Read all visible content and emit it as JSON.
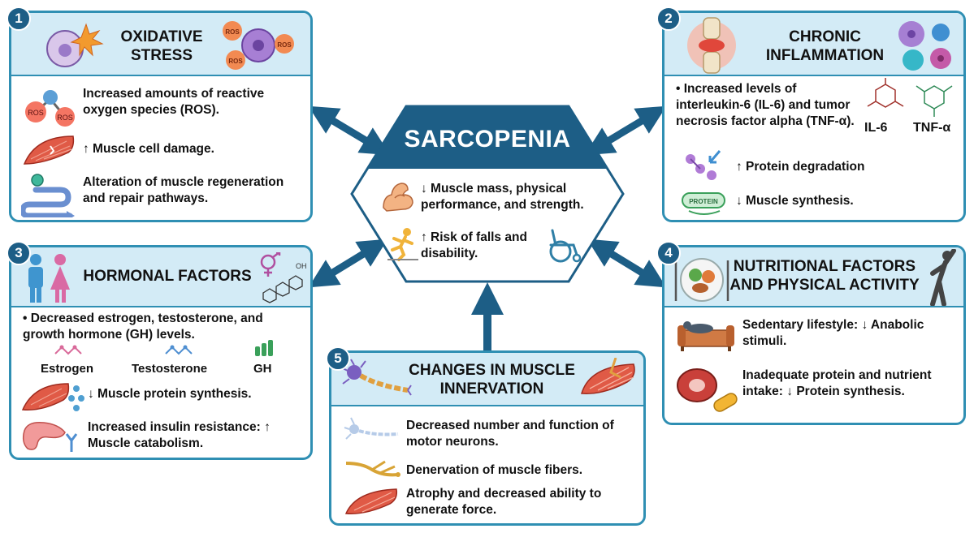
{
  "center": {
    "title": "SARCOPENIA",
    "items": [
      "↓ Muscle mass, physical performance, and strength.",
      "↑ Risk of falls and disability."
    ]
  },
  "panels": {
    "p1": {
      "number": "1",
      "title": "OXIDATIVE STRESS",
      "icon_label": "ROS",
      "items": [
        "Increased amounts of reactive oxygen species (ROS).",
        "↑ Muscle cell damage.",
        "Alteration of muscle regeneration and repair pathways."
      ]
    },
    "p2": {
      "number": "2",
      "title": "CHRONIC INFLAMMATION",
      "items": [
        "• Increased levels of interleukin-6 (IL-6) and tumor necrosis factor alpha (TNF-α).",
        "↑ Protein degradation",
        "↓ Muscle synthesis."
      ],
      "molecule_labels": [
        "IL-6",
        "TNF-α"
      ],
      "protein_label": "PROTEIN"
    },
    "p3": {
      "number": "3",
      "title": "HORMONAL FACTORS",
      "items": [
        "• Decreased estrogen, testosterone, and growth hormone (GH) levels.",
        "↓ Muscle protein synthesis.",
        "Increased insulin resistance: ↑ Muscle catabolism."
      ],
      "hormone_labels": [
        "Estrogen",
        "Testosterone",
        "GH"
      ]
    },
    "p4": {
      "number": "4",
      "title": "NUTRITIONAL FACTORS AND PHYSICAL ACTIVITY",
      "items": [
        "Sedentary lifestyle: ↓ Anabolic stimuli.",
        "Inadequate protein and nutrient intake: ↓ Protein synthesis."
      ]
    },
    "p5": {
      "number": "5",
      "title": "CHANGES IN MUSCLE INNERVATION",
      "items": [
        "Decreased number and function of motor neurons.",
        "Denervation of muscle fibers.",
        "Atrophy and decreased ability to generate force."
      ]
    }
  },
  "colors": {
    "border": "#2f8fb3",
    "header_bg": "#d3ebf6",
    "badge": "#1d5e86",
    "arrow": "#1d5e86",
    "center_banner": "#1d5e86"
  }
}
